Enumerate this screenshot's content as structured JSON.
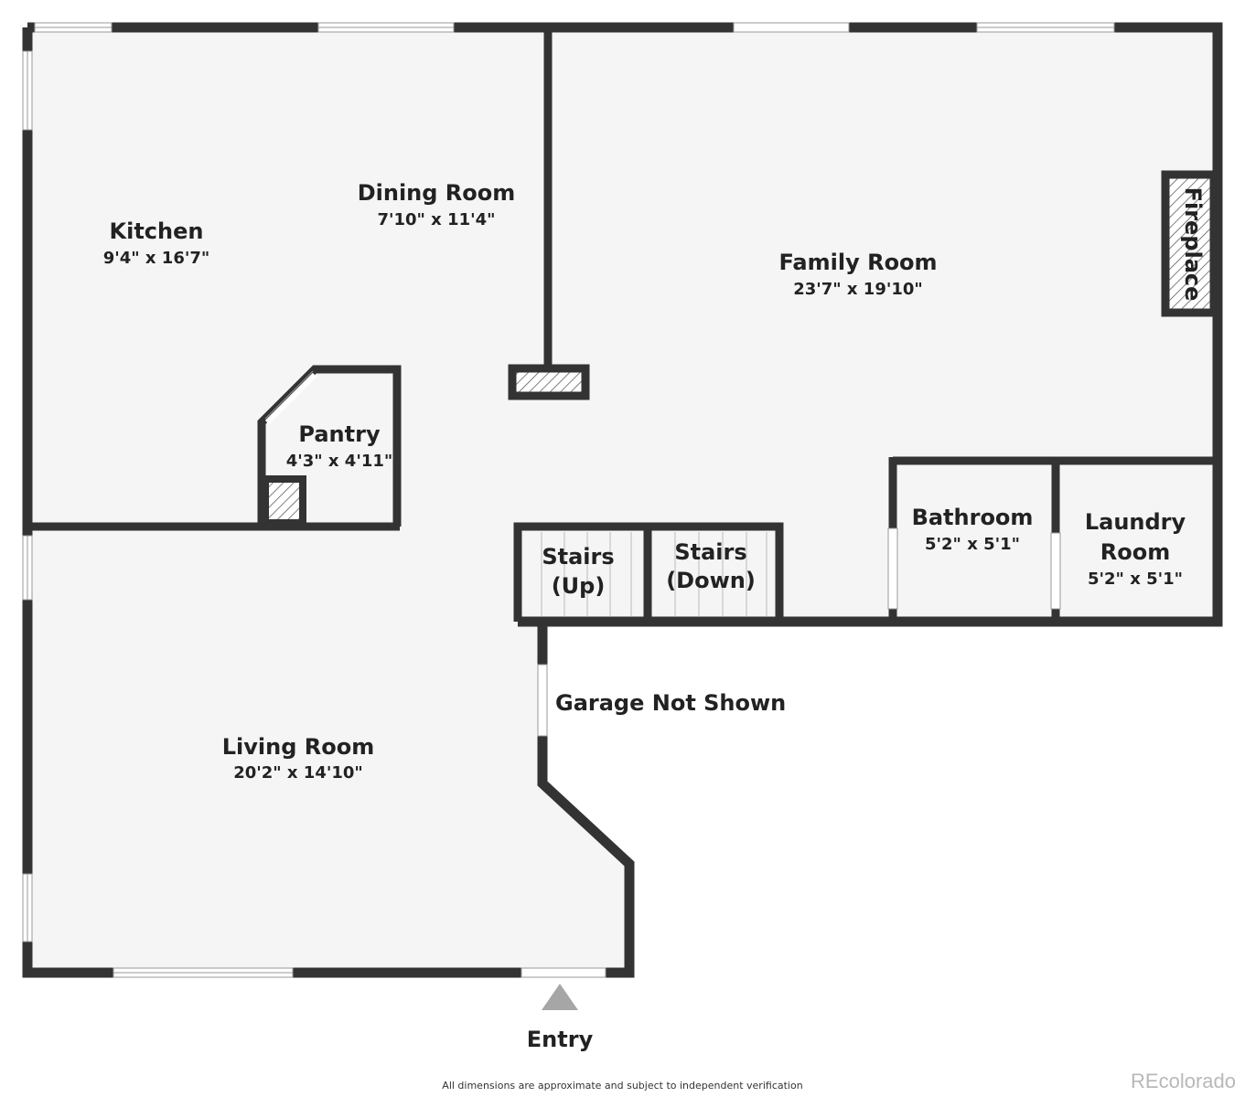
{
  "rooms": {
    "kitchen": {
      "name": "Kitchen",
      "dims": "9'4\" x 16'7\""
    },
    "dining": {
      "name": "Dining Room",
      "dims": "7'10\" x 11'4\""
    },
    "family": {
      "name": "Family Room",
      "dims": "23'7\" x 19'10\""
    },
    "pantry": {
      "name": "Pantry",
      "dims": "4'3\" x 4'11\""
    },
    "stairs_up": {
      "name_line1": "Stairs",
      "name_line2": "(Up)"
    },
    "stairs_down": {
      "name_line1": "Stairs",
      "name_line2": "(Down)"
    },
    "bathroom": {
      "name": "Bathroom",
      "dims": "5'2\" x 5'1\""
    },
    "laundry": {
      "name_line1": "Laundry",
      "name_line2": "Room",
      "dims": "5'2\" x 5'1\""
    },
    "living": {
      "name": "Living Room",
      "dims": "20'2\" x 14'10\""
    }
  },
  "labels": {
    "fireplace": "Fireplace",
    "garage": "Garage Not Shown",
    "entry": "Entry"
  },
  "footer": {
    "disclaimer": "All dimensions are approximate and subject to independent verification",
    "brand": "REcolorado"
  },
  "colors": {
    "wall": "#333333",
    "floor": "#f5f5f5",
    "entry_marker": "#a6a6a6"
  }
}
